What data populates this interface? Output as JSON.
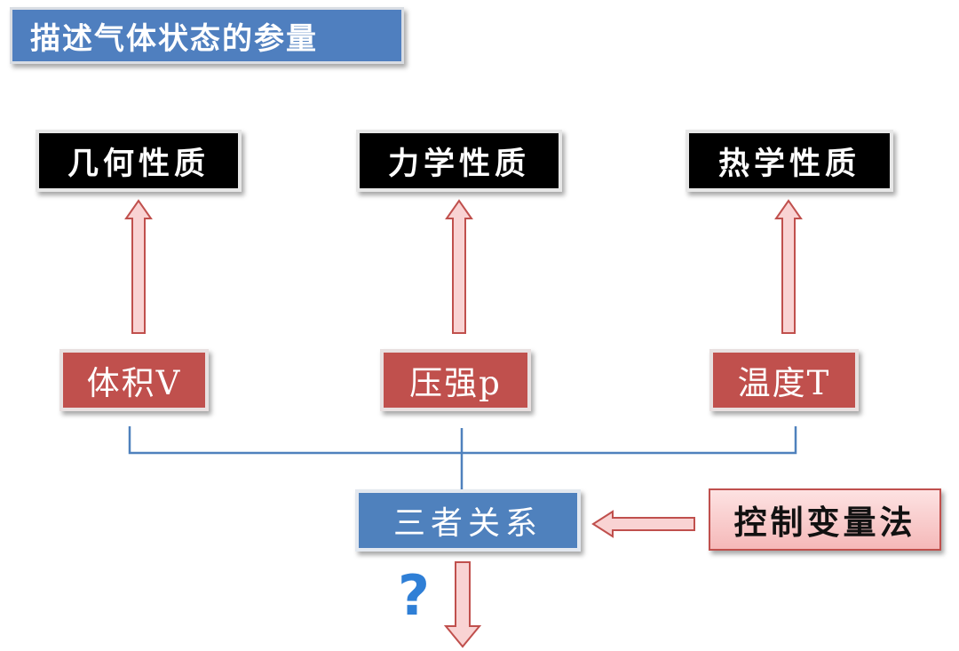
{
  "title": "描述气体状态的参量",
  "properties": {
    "geometric": "几何性质",
    "mechanical": "力学性质",
    "thermal": "热学性质"
  },
  "parameters": {
    "volume": "体积V",
    "pressure": "压强p",
    "temperature": "温度T"
  },
  "relation": "三者关系",
  "method": "控制变量法",
  "question_mark": "?",
  "colors": {
    "title_bg": "#4f7fbf",
    "property_bg": "#000000",
    "parameter_bg": "#c0504d",
    "relation_bg": "#4f81bd",
    "method_bg": "#f8c8c8",
    "arrow_fill": "#f9d3d3",
    "arrow_stroke": "#c0504d",
    "connector": "#4f81bd",
    "question": "#2f7fd6"
  }
}
